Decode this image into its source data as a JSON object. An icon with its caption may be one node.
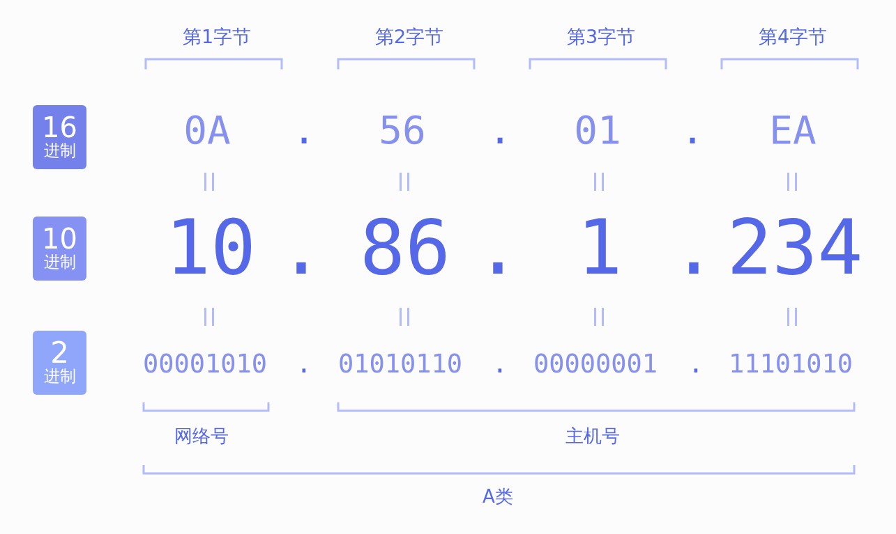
{
  "diagram": {
    "nodes": [
      {
        "text": [
          "16",
          "进制"
        ]
      },
      {
        "text": [
          "10",
          "进制"
        ]
      },
      {
        "text": [
          "2",
          "进制"
        ]
      }
    ],
    "labels": [
      "第1字节",
      "第2字节",
      "第3字节",
      "第4字节",
      "0A",
      ".",
      "56",
      ".",
      "01",
      ".",
      "EA",
      "10",
      ".",
      "86",
      ".",
      "1",
      ".",
      "234",
      "00001010",
      ".",
      "01010110",
      ".",
      "00000001",
      ".",
      "11101010",
      "网络号",
      "主机号",
      "A类"
    ]
  }
}
